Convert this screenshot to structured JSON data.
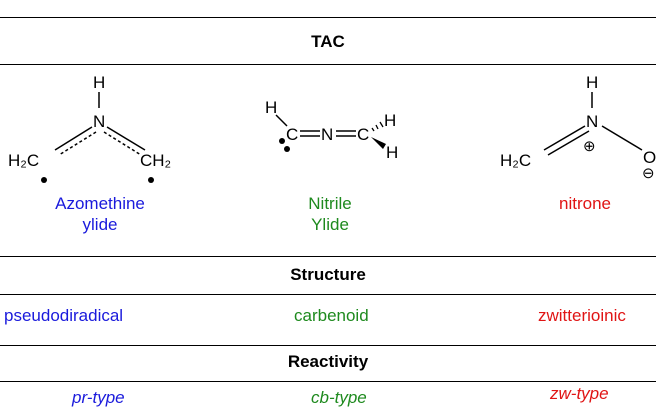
{
  "header": "TAC",
  "sections": {
    "structure": "Structure",
    "reactivity": "Reactivity"
  },
  "species": [
    {
      "name_l1": "Azomethine",
      "name_l2": "ylide",
      "structure": "pseudodiradical",
      "reactivity": "pr-type",
      "color": "#1a1adc"
    },
    {
      "name_l1": "Nitrile",
      "name_l2": "Ylide",
      "structure": "carbenoid",
      "reactivity": "cb-type",
      "color": "#1e8a1e"
    },
    {
      "name_l1": "nitrone",
      "name_l2": "",
      "structure": "zwitterioinic",
      "reactivity": "zw-type",
      "color": "#e01414"
    }
  ],
  "atoms": {
    "H": "H",
    "N": "N",
    "CH2": "CH₂",
    "H2C": "H₂C",
    "C": "C",
    "O": "O",
    "plus": "⊕",
    "minus": "⊖"
  }
}
